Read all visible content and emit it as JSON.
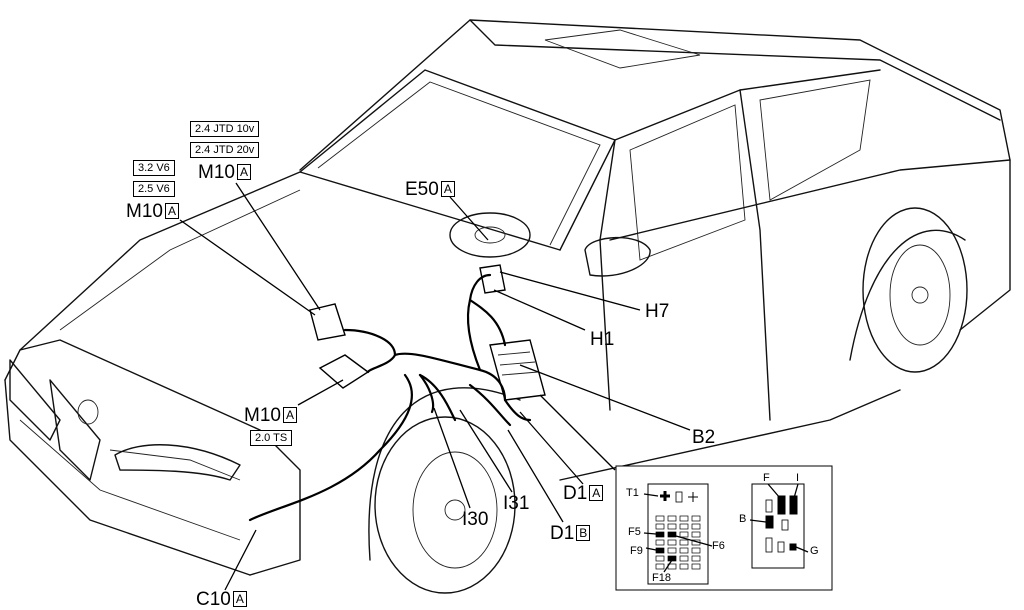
{
  "labels": {
    "m10_top": {
      "code": "M10",
      "box": "A"
    },
    "m10_left": {
      "code": "M10",
      "box": "A"
    },
    "m10_bottom": {
      "code": "M10",
      "box": "A"
    },
    "e50": {
      "code": "E50",
      "box": "A"
    },
    "h7": "H7",
    "h1": "H1",
    "b2": "B2",
    "d1a": {
      "code": "D1",
      "box": "A"
    },
    "d1b": {
      "code": "D1",
      "box": "B"
    },
    "i31": "I31",
    "i30": "I30",
    "c10": {
      "code": "C10",
      "box": "A"
    }
  },
  "variants": {
    "jtd10": "2.4 JTD 10v",
    "jtd20": "2.4 JTD 20v",
    "v6_32": "3.2 V6",
    "v6_25": "2.5 V6",
    "ts20": "2.0 TS"
  },
  "inset": {
    "t1": "T1",
    "f5": "F5",
    "f9": "F9",
    "f6": "F6",
    "f18": "F18",
    "f": "F",
    "i": "I",
    "b": "B",
    "g": "G"
  }
}
